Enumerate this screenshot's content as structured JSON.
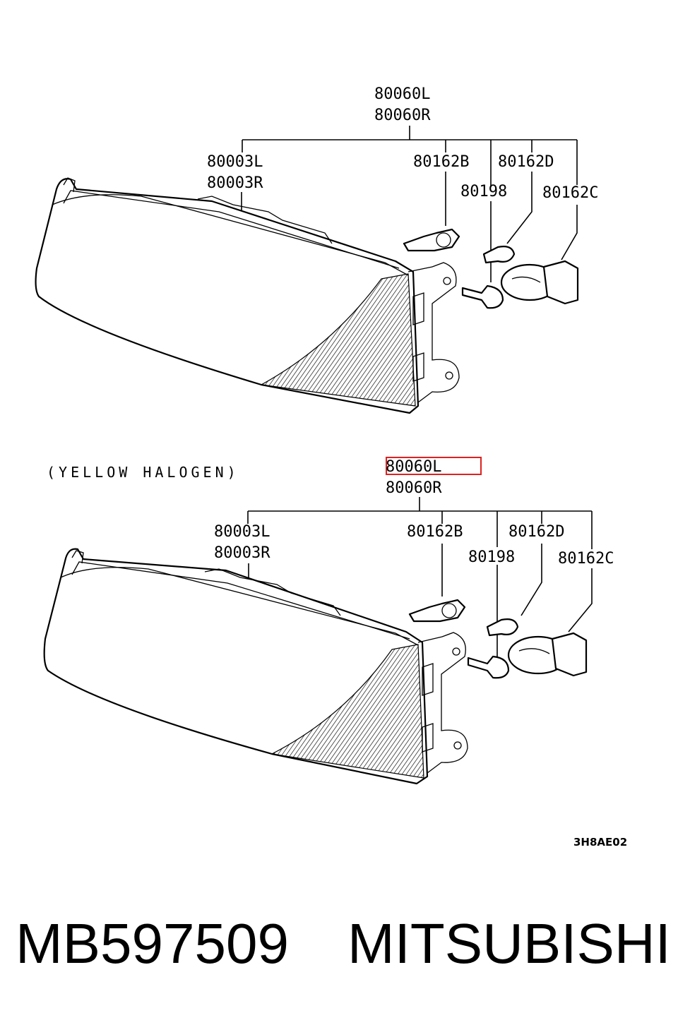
{
  "top_group": {
    "assembly": [
      "80060L",
      "80060R"
    ],
    "lens": [
      "80003L",
      "80003R"
    ],
    "bulb_b": "80162B",
    "bulb_d": "80162D",
    "screw": "80198",
    "bulb_c": "80162C"
  },
  "bottom_group": {
    "note": "(YELLOW HALOGEN)",
    "assembly": [
      "80060L",
      "80060R"
    ],
    "lens": [
      "80003L",
      "80003R"
    ],
    "bulb_b": "80162B",
    "bulb_d": "80162D",
    "screw": "80198",
    "bulb_c": "80162C",
    "highlighted": "80060L"
  },
  "diagram_code": "3H8AE02",
  "part_number": "MB597509",
  "brand": "MITSUBISHI",
  "colors": {
    "highlight": "#e02020",
    "ink": "#000000"
  }
}
